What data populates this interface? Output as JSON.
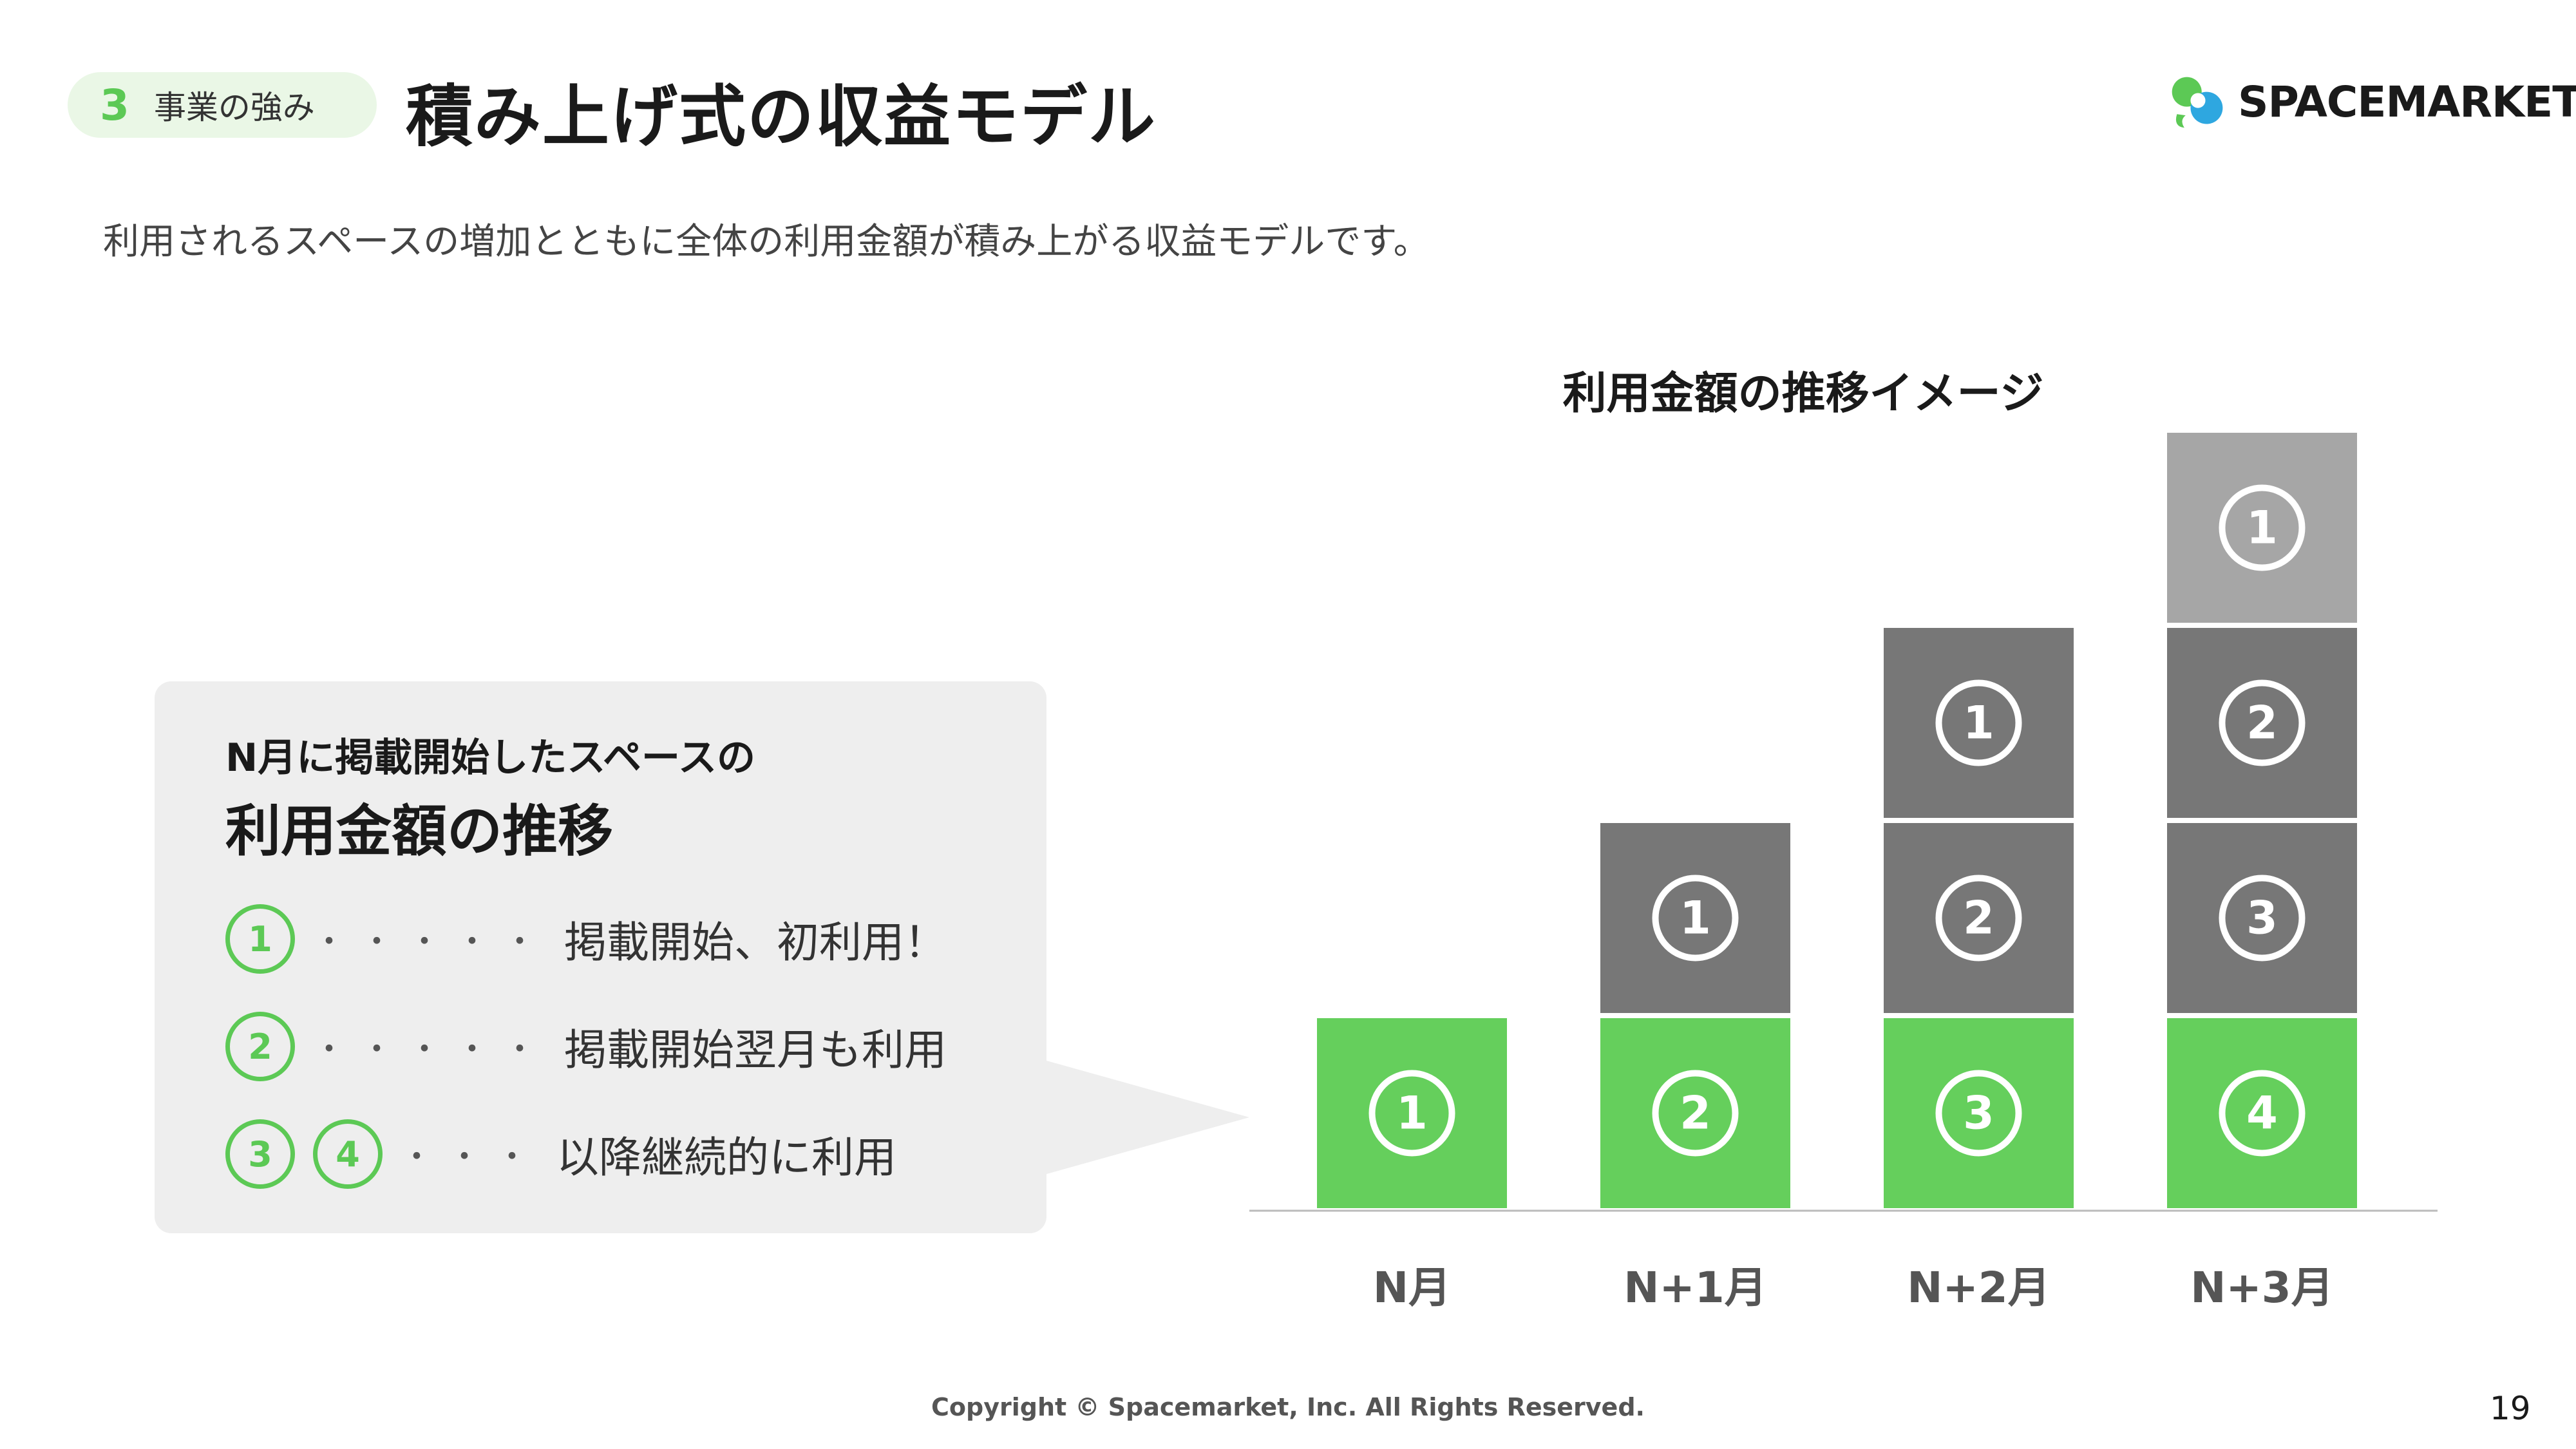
{
  "header": {
    "section_number": "3",
    "section_label": "事業の強み",
    "title": "積み上げ式の収益モデル",
    "logo_text": "SPACEMARKET"
  },
  "subtitle": "利用されるスペースの増加とともに全体の利用金額が積み上がる収益モデルです。",
  "callout": {
    "heading_line1": "N月に掲載開始したスペースの",
    "heading_line2": "利用金額の推移",
    "legend": [
      {
        "markers": [
          "1"
        ],
        "dots": "・・・・・",
        "text": "掲載開始、初利用！"
      },
      {
        "markers": [
          "2"
        ],
        "dots": "・・・・・",
        "text": "掲載開始翌月も利用"
      },
      {
        "markers": [
          "3",
          "4"
        ],
        "dots": "・・・",
        "text": "以降継続的に利用"
      }
    ]
  },
  "chart_data": {
    "type": "bar",
    "subtype": "stacked",
    "title": "利用金額の推移イメージ",
    "categories": [
      "N月",
      "N+1月",
      "N+2月",
      "N+3月"
    ],
    "stacks": [
      [
        "1"
      ],
      [
        "2",
        "1"
      ],
      [
        "3",
        "2",
        "1"
      ],
      [
        "4",
        "3",
        "2",
        "1"
      ]
    ],
    "ylim": [
      0,
      4
    ],
    "grid": false,
    "colors": {
      "first_cohort": "#65cf5c",
      "second_cohort": "#777777",
      "fourth_cohort": "#a6a6a6",
      "accent": "#5cc955"
    }
  },
  "footer": {
    "copyright": "Copyright © Spacemarket, Inc. All Rights Reserved.",
    "page_number": "19"
  }
}
